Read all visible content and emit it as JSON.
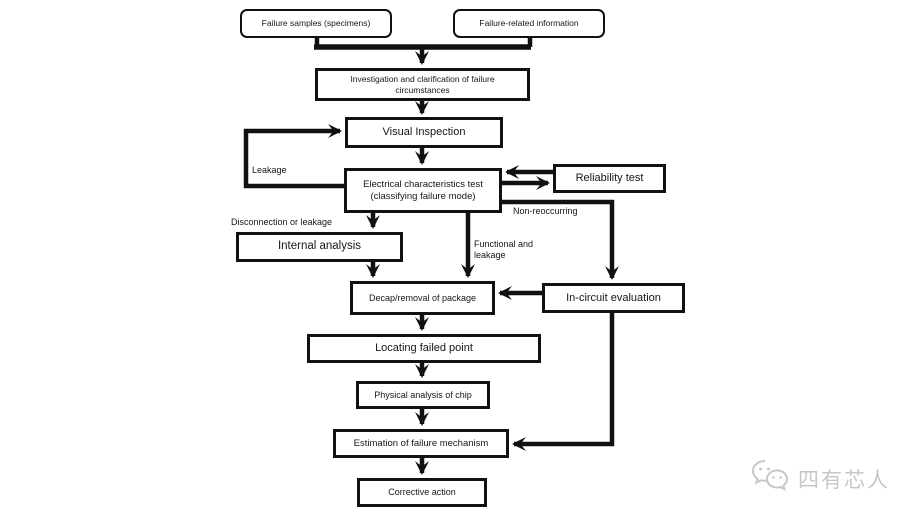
{
  "colors": {
    "line": "#111111",
    "text": "#161616",
    "watermark": "#c7c7c7",
    "background": "#ffffff"
  },
  "nodes": {
    "failure_samples": {
      "label": "Failure samples (specimens)"
    },
    "failure_info": {
      "label": "Failure-related information"
    },
    "investigation": {
      "line1": "Investigation and clarification of failure",
      "line2": "circumstances"
    },
    "visual": {
      "label": "Visual Inspection"
    },
    "electrical": {
      "line1": "Electrical characteristics test",
      "line2": "(classifying failure mode)"
    },
    "reliability": {
      "label": "Reliability test"
    },
    "internal": {
      "label": "Internal analysis"
    },
    "decap": {
      "label": "Decap/removal of package"
    },
    "incircuit": {
      "label": "In-circuit evaluation"
    },
    "locating": {
      "label": "Locating failed point"
    },
    "physical": {
      "label": "Physical analysis of chip"
    },
    "estimation": {
      "label": "Estimation of failure mechanism"
    },
    "corrective": {
      "label": "Corrective action"
    }
  },
  "edge_labels": {
    "leakage": "Leakage",
    "disconnection_or_leakage": "Disconnection or leakage",
    "non_reoccurring": "Non-reoccurring",
    "functional_line1": "Functional and",
    "functional_line2": "leakage"
  },
  "watermark": {
    "text": "四有芯人"
  }
}
